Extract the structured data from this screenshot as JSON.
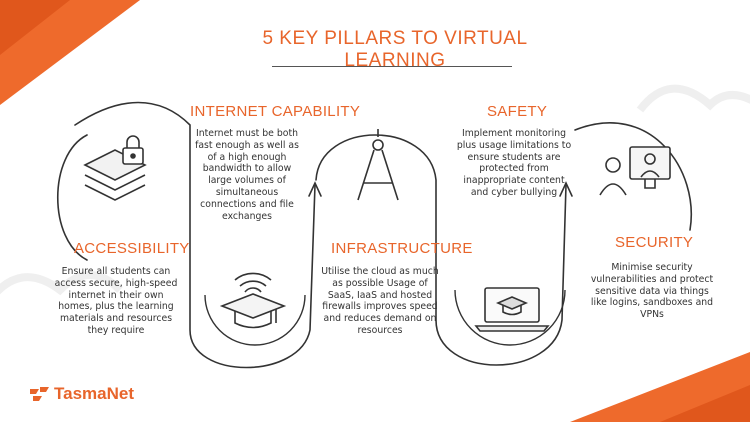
{
  "title": "5 KEY PILLARS TO VIRTUAL LEARNING",
  "colors": {
    "accent": "#e8652b",
    "line": "#333333"
  },
  "pillars": [
    {
      "heading": "ACCESSIBILITY",
      "icon": "layers-lock-icon",
      "text": "Ensure all students can access secure, high-speed internet in their own homes, plus the learning materials and resources they require"
    },
    {
      "heading": "INTERNET CAPABILITY",
      "icon": "graduation-cap-wifi-icon",
      "text": "Internet must be both fast enough as well as of a high enough bandwidth to allow large volumes of simultaneous connections and file exchanges"
    },
    {
      "heading": "INFRASTRUCTURE",
      "icon": "compass-icon",
      "text": "Utilise the cloud as much as possible Usage of SaaS, IaaS and hosted firewalls improves speed and reduces demand on resources"
    },
    {
      "heading": "SAFETY",
      "icon": "laptop-graduation-icon",
      "text": "Implement monitoring plus usage limitations to ensure students are protected from inappropriate content and cyber bullying"
    },
    {
      "heading": "SECURITY",
      "icon": "video-call-icon",
      "text": "Minimise security vulnerabilities and protect sensitive data via things like logins, sandboxes and VPNs"
    }
  ],
  "logo": {
    "name": "TasmaNet"
  }
}
